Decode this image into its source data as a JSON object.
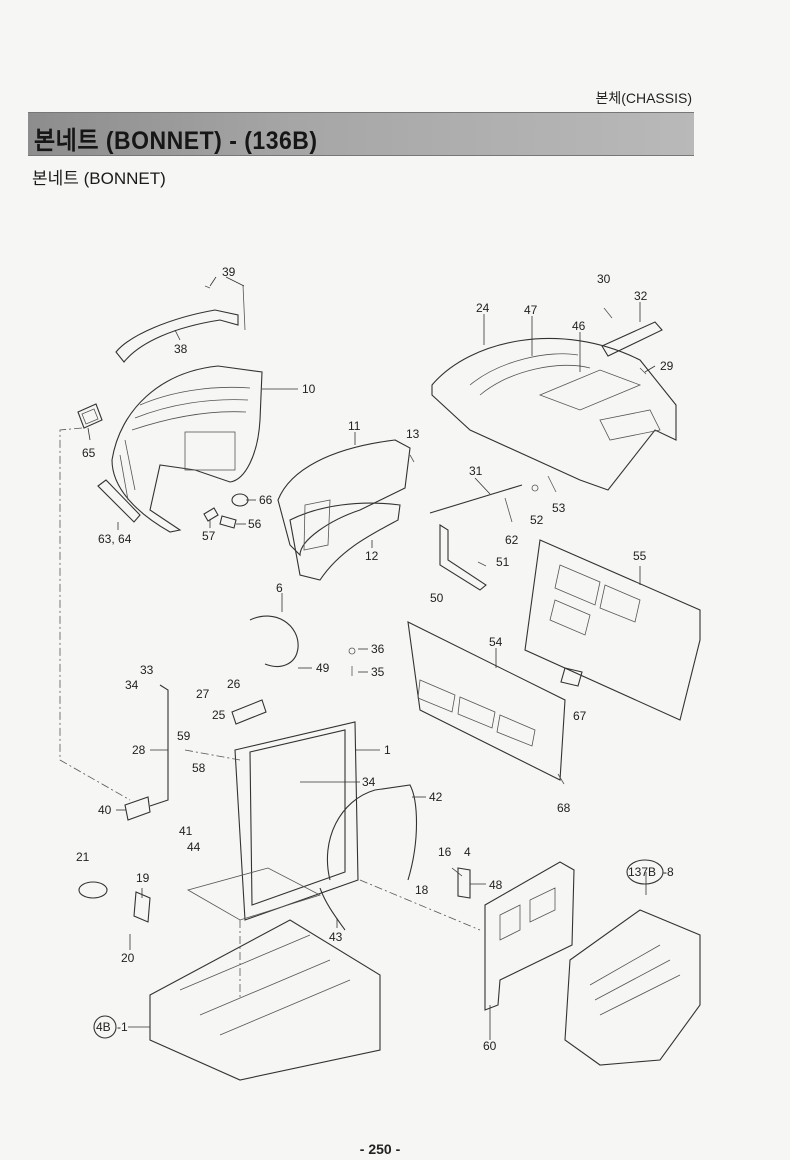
{
  "header": {
    "section": "본체(CHASSIS)",
    "title": "본네트 (BONNET) - (136B)",
    "subtitle": "본네트 (BONNET)"
  },
  "callouts": [
    "39",
    "38",
    "10",
    "65",
    "63, 64",
    "57",
    "56",
    "66",
    "11",
    "13",
    "12",
    "24",
    "47",
    "46",
    "30",
    "32",
    "29",
    "31",
    "53",
    "52",
    "62",
    "51",
    "50",
    "55",
    "6",
    "49",
    "36",
    "35",
    "54",
    "67",
    "68",
    "33",
    "34",
    "27",
    "26",
    "25",
    "59",
    "58",
    "28",
    "1",
    "34",
    "42",
    "40",
    "41",
    "44",
    "21",
    "19",
    "20",
    "16",
    "4",
    "18",
    "48",
    "43",
    "60",
    "137B",
    "-8",
    "4B",
    "-1"
  ],
  "page_number": "- 250 -"
}
